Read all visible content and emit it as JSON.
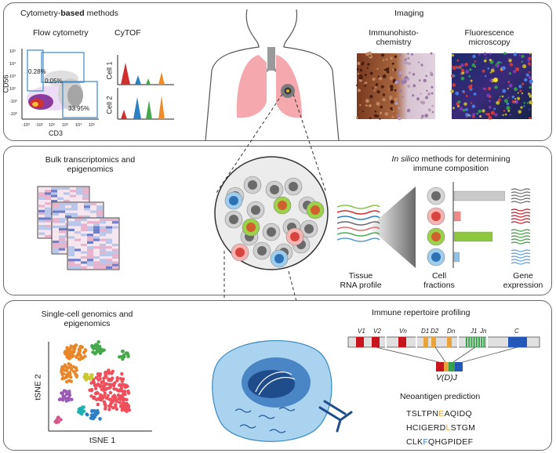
{
  "panel1": {
    "title_a": "Cytometry-",
    "title_b": "based",
    "title_c": " methods",
    "flow_title": "Flow cytometry",
    "cytof_title": "CyTOF",
    "y_axis": "CD56",
    "x_axis": "CD3",
    "gate_1": "0.28%",
    "gate_2": "0:05%",
    "gate_3": "33:95%",
    "ticks_x": [
      "-10³",
      "-10²",
      "10²",
      "10³",
      "10⁴",
      "10⁵"
    ],
    "ticks_y": [
      "10⁵",
      "10⁴",
      "10³",
      "10²",
      "-10²",
      "-10³"
    ],
    "cell1": "Cell 1",
    "cell2": "Cell 2",
    "imaging_title": "Imaging",
    "ihc_title_1": "Immunohisto-",
    "ihc_title_2": "chemistry",
    "fluor_title_1": "Fluorescence",
    "fluor_title_2": "microscopy"
  },
  "panel2": {
    "bulk_1": "Bulk transcriptomics and",
    "bulk_2": "epigenomics",
    "insilico_1a": "In silico",
    "insilico_1b": " methods for determining",
    "insilico_2": "immune composition",
    "tissue_1": "Tissue",
    "tissue_2": "RNA profile",
    "cell_1": "Cell",
    "cell_2": "fractions",
    "gene_1": "Gene",
    "gene_2": "expression",
    "fractions": [
      0.95,
      0.12,
      0.72,
      0.1
    ],
    "colors": {
      "grey": "#c9c9c9",
      "red": "#f08a86",
      "green": "#8dc63f",
      "blue": "#8fc3e8"
    }
  },
  "panel3": {
    "sc_1": "Single-cell genomics and",
    "sc_2": "epigenomics",
    "tsne_y": "tSNE 2",
    "tsne_x": "tSNE 1",
    "repertoire_title": "Immune repertoire profiling",
    "segments": [
      "V1",
      "V2",
      "Vn",
      "D1",
      "D2",
      "Dn",
      "J1",
      "Jn",
      "C"
    ],
    "vdj": "V(D)J",
    "neoantigen_title": "Neoantigen prediction",
    "peptides": [
      {
        "pre": "TSLTPN",
        "mut": "E",
        "post": "AQIDQ",
        "color": "#e8a33a"
      },
      {
        "pre": "HCIGERD",
        "mut": "L",
        "post": "STGM",
        "color": "#e8a33a"
      },
      {
        "pre": "CLK",
        "mut": "F",
        "post": "QHGPIDEF",
        "color": "#3a7ab8"
      }
    ]
  }
}
